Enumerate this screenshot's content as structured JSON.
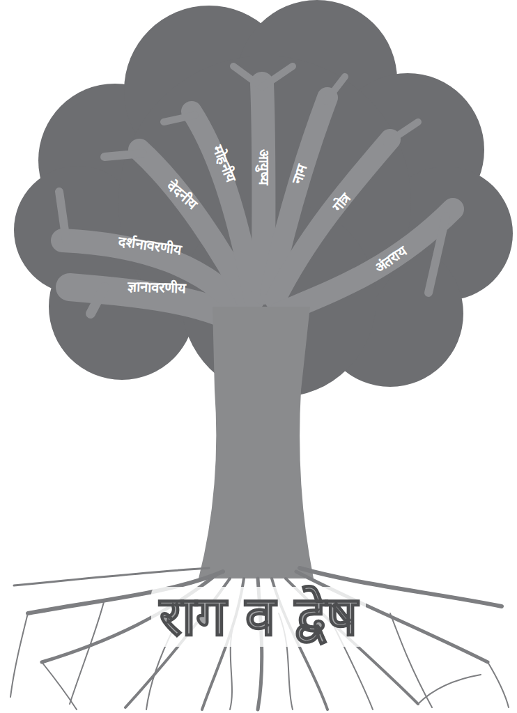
{
  "diagram": {
    "labels": [
      "ज्ञानावरणीय",
      "दर्शनावरणीय",
      "वेदनीय",
      "मोहनीय",
      "आयुष्य",
      "नाम",
      "गोत्र",
      "अंतराय",
      "राग व द्वेष"
    ]
  }
}
